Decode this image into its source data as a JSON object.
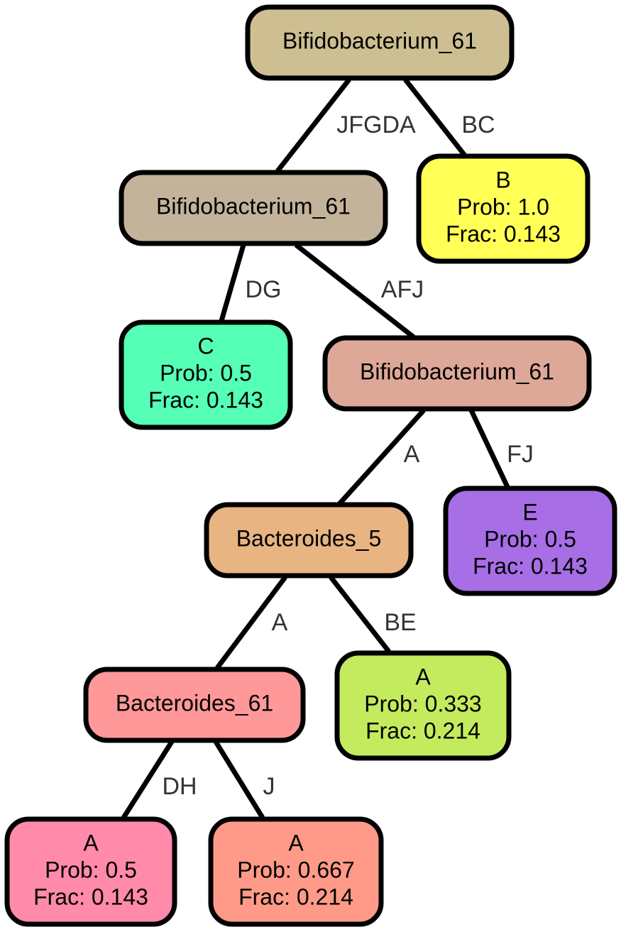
{
  "nodes": [
    {
      "id": "root",
      "lines": [
        "Bifidobacterium_61"
      ],
      "color": "#cdbf91"
    },
    {
      "id": "n1",
      "lines": [
        "Bifidobacterium_61"
      ],
      "color": "#c4b39b"
    },
    {
      "id": "leafB",
      "lines": [
        "B",
        "Prob: 1.0",
        "Frac: 0.143"
      ],
      "color": "#ffff55"
    },
    {
      "id": "leafC",
      "lines": [
        "C",
        "Prob: 0.5",
        "Frac: 0.143"
      ],
      "color": "#55ffb6"
    },
    {
      "id": "n2",
      "lines": [
        "Bifidobacterium_61"
      ],
      "color": "#dea898"
    },
    {
      "id": "n3",
      "lines": [
        "Bacteroides_5"
      ],
      "color": "#e7b482"
    },
    {
      "id": "leafE",
      "lines": [
        "E",
        "Prob: 0.5",
        "Frac: 0.143"
      ],
      "color": "#a76ee6"
    },
    {
      "id": "n4",
      "lines": [
        "Bacteroides_61"
      ],
      "color": "#ff9898"
    },
    {
      "id": "leafA1",
      "lines": [
        "A",
        "Prob: 0.333",
        "Frac: 0.214"
      ],
      "color": "#c4ea5e"
    },
    {
      "id": "leafA2",
      "lines": [
        "A",
        "Prob: 0.5",
        "Frac: 0.143"
      ],
      "color": "#ff8aaa"
    },
    {
      "id": "leafA3",
      "lines": [
        "A",
        "Prob: 0.667",
        "Frac: 0.214"
      ],
      "color": "#ff9a88"
    }
  ],
  "edges": [
    {
      "from": "root",
      "to": "n1",
      "label": "JFGDA"
    },
    {
      "from": "root",
      "to": "leafB",
      "label": "BC"
    },
    {
      "from": "n1",
      "to": "leafC",
      "label": "DG"
    },
    {
      "from": "n1",
      "to": "n2",
      "label": "AFJ"
    },
    {
      "from": "n2",
      "to": "n3",
      "label": "A"
    },
    {
      "from": "n2",
      "to": "leafE",
      "label": "FJ"
    },
    {
      "from": "n3",
      "to": "n4",
      "label": "A"
    },
    {
      "from": "n3",
      "to": "leafA1",
      "label": "BE"
    },
    {
      "from": "n4",
      "to": "leafA2",
      "label": "DH"
    },
    {
      "from": "n4",
      "to": "leafA3",
      "label": "J"
    }
  ]
}
